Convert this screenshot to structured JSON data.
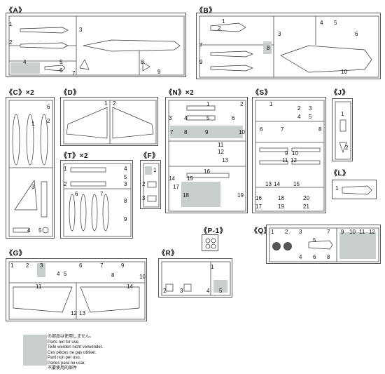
{
  "sprues": {
    "A": {
      "label": "A",
      "parts": [
        "1",
        "2",
        "3",
        "4",
        "5",
        "6",
        "7",
        "8",
        "9"
      ]
    },
    "B": {
      "label": "B",
      "parts": [
        "1",
        "2",
        "3",
        "4",
        "5",
        "6",
        "7",
        "8",
        "9",
        "10"
      ]
    },
    "C": {
      "label": "C",
      "mult": "×2",
      "parts": [
        "1",
        "2",
        "3",
        "4",
        "5",
        "6"
      ]
    },
    "D": {
      "label": "D",
      "parts": [
        "1",
        "2"
      ]
    },
    "N": {
      "label": "N",
      "mult": "×2",
      "parts": [
        "1",
        "2",
        "3",
        "4",
        "5",
        "6",
        "7",
        "8",
        "9",
        "10",
        "11",
        "12",
        "13",
        "14",
        "15",
        "16",
        "17",
        "18",
        "19"
      ]
    },
    "S": {
      "label": "S",
      "parts": [
        "1",
        "2",
        "3",
        "4",
        "5",
        "6",
        "7",
        "8",
        "9",
        "10",
        "11",
        "12",
        "13",
        "14",
        "15",
        "16",
        "17",
        "18",
        "19",
        "20",
        "21"
      ]
    },
    "J": {
      "label": "J",
      "parts": [
        "1",
        "2"
      ]
    },
    "T": {
      "label": "T",
      "mult": "×2",
      "parts": [
        "1",
        "2",
        "3",
        "4",
        "5",
        "6",
        "7",
        "8",
        "9"
      ]
    },
    "F": {
      "label": "F",
      "parts": [
        "1",
        "2",
        "3"
      ]
    },
    "L": {
      "label": "L",
      "parts": [
        "1"
      ]
    },
    "P1": {
      "label": "P-1",
      "parts": []
    },
    "Q": {
      "label": "Q",
      "parts": [
        "1",
        "2",
        "3",
        "4",
        "5",
        "6",
        "7",
        "8",
        "9",
        "10",
        "11",
        "12"
      ]
    },
    "G": {
      "label": "G",
      "parts": [
        "1",
        "2",
        "3",
        "4",
        "5",
        "6",
        "7",
        "8",
        "9",
        "10",
        "11",
        "12",
        "13",
        "14"
      ]
    },
    "R": {
      "label": "R",
      "parts": [
        "1",
        "2",
        "3",
        "4",
        "5"
      ]
    }
  },
  "legend": {
    "lines": [
      "の部品は使用しません。",
      "Parts not for use.",
      "Teile werden nicht verwendet.",
      "Ces pièces ne pas utiliser.",
      "Parti non per uso.",
      "Partes para no usar.",
      "不要使用的部件"
    ],
    "swatch_color": "#c8cdcd"
  }
}
